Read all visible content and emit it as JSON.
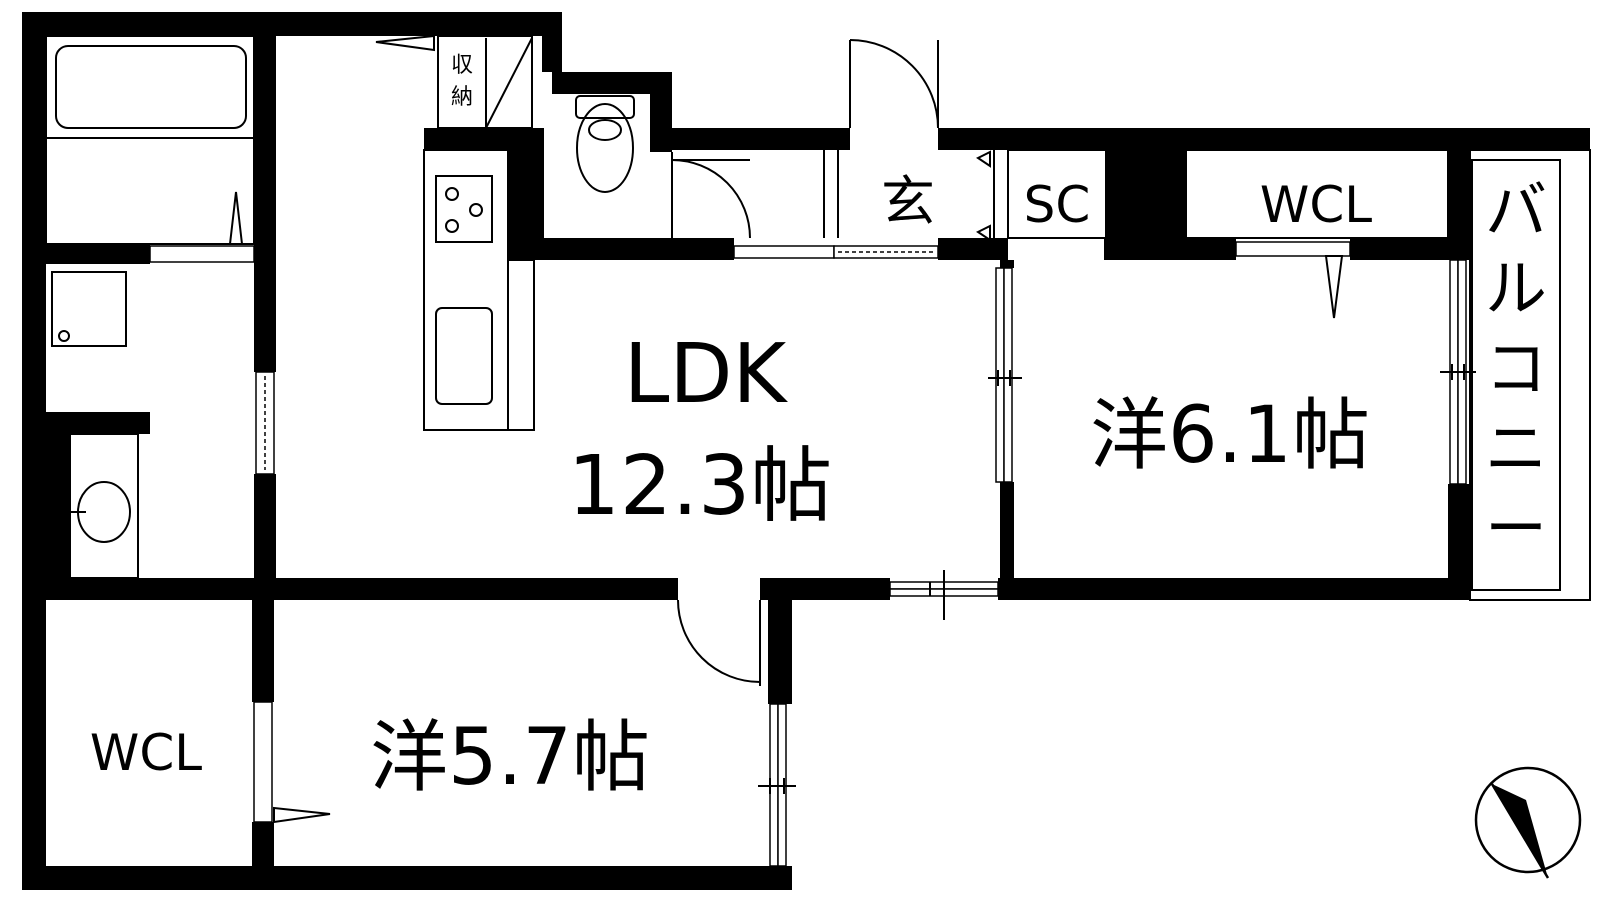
{
  "rooms": {
    "ldk_name": "LDK",
    "ldk_size": "12.3帖",
    "western_large": "洋6.1帖",
    "western_small": "洋5.7帖",
    "entrance": "玄",
    "shoe_closet": "SC",
    "wcl_upper": "WCL",
    "wcl_lower": "WCL",
    "storage_line1": "収",
    "storage_line2": "納",
    "balcony": "バルコニー"
  },
  "balcony_chars": [
    "バ",
    "ル",
    "コ",
    "ニ",
    "ー"
  ]
}
